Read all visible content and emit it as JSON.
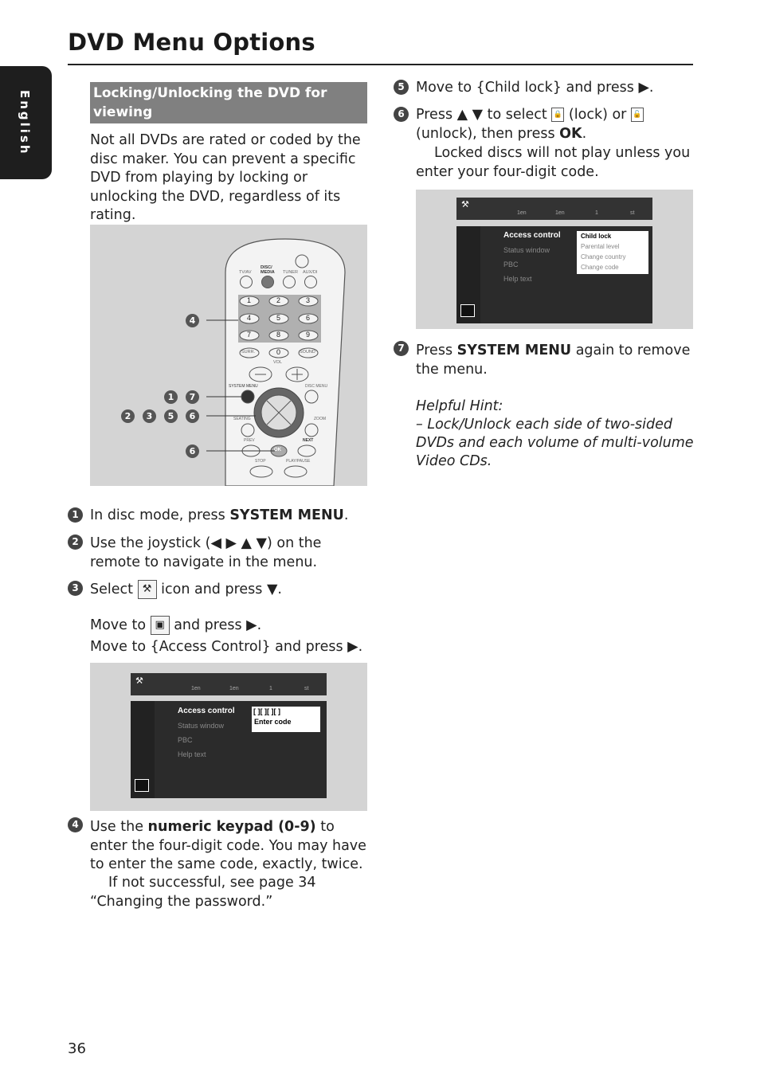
{
  "page": {
    "title": "DVD Menu Options",
    "language_tab": "English",
    "page_number": "36"
  },
  "section": {
    "heading": "Locking/Unlocking the DVD for viewing",
    "intro": "Not all DVDs are rated or coded by the disc maker. You can prevent a specific DVD from playing by locking or unlocking the DVD, regardless of its rating."
  },
  "remote": {
    "buttons": {
      "tvav": "TV/AV",
      "disc": "DISC/ MEDIA",
      "tuner": "TUNER",
      "aux": "AUX/DI",
      "keys": [
        "1",
        "2",
        "3",
        "4",
        "5",
        "6",
        "7",
        "8",
        "9",
        "0"
      ],
      "surr": "SURR.",
      "sound": "SOUND",
      "vol": "VOL",
      "system_menu": "SYSTEM MENU",
      "disc_menu": "DISC MENU",
      "seating": "SEATING",
      "zoom": "ZOOM",
      "prev": "PREV",
      "next": "NEXT",
      "ok": "OK",
      "stop": "STOP",
      "play_pause": "PLAY/PAUSE"
    },
    "callouts": [
      "4",
      "1",
      "7",
      "2",
      "3",
      "5",
      "6",
      "6"
    ]
  },
  "steps": {
    "s1": {
      "num": "1",
      "text_a": "In disc mode, press ",
      "bold": "SYSTEM MENU",
      "text_b": "."
    },
    "s2": {
      "num": "2",
      "text": "Use the joystick (◀ ▶ ▲ ▼) on the remote to navigate in the menu."
    },
    "s3": {
      "num": "3",
      "text_a": "Select ",
      "text_b": " icon and press ▼."
    },
    "move1_a": "Move to ",
    "move1_b": " and press ▶.",
    "move2": "Move to {Access Control} and press ▶.",
    "s4": {
      "num": "4",
      "text_a": "Use the ",
      "bold": "numeric keypad (0-9)",
      "text_b": " to enter the four-digit code. You may have to enter the same code, exactly, twice.",
      "note": "If not successful, see page 34 “Changing the password.”"
    },
    "s5": {
      "num": "5",
      "text": "Move to {Child lock} and press ▶."
    },
    "s6": {
      "num": "6",
      "text_a": "Press ▲ ▼ to select ",
      "text_b": " (lock) or ",
      "text_c": " (unlock), then press ",
      "bold": "OK",
      "text_d": ".",
      "note": "Locked discs will not play unless you enter your four-digit code."
    },
    "s7": {
      "num": "7",
      "text_a": "Press ",
      "bold": "SYSTEM MENU",
      "text_b": " again to remove the menu."
    }
  },
  "screen1": {
    "topbar": [
      "1en",
      "1en",
      "1",
      "st"
    ],
    "menu": [
      "Access control",
      "Status window",
      "PBC",
      "Help text"
    ],
    "code_fields": "[  ][  ][  ][  ]",
    "code_label": "Enter code"
  },
  "screen2": {
    "topbar": [
      "1en",
      "1en",
      "1",
      "st"
    ],
    "menu": [
      "Access control",
      "Status window",
      "PBC",
      "Help text"
    ],
    "submenu": [
      "Child lock",
      "Parental level",
      "Change country",
      "Change code"
    ]
  },
  "hint": {
    "title": "Helpful Hint:",
    "text": "–  Lock/Unlock each side of two-sided DVDs and each volume of multi-volume Video CDs."
  }
}
